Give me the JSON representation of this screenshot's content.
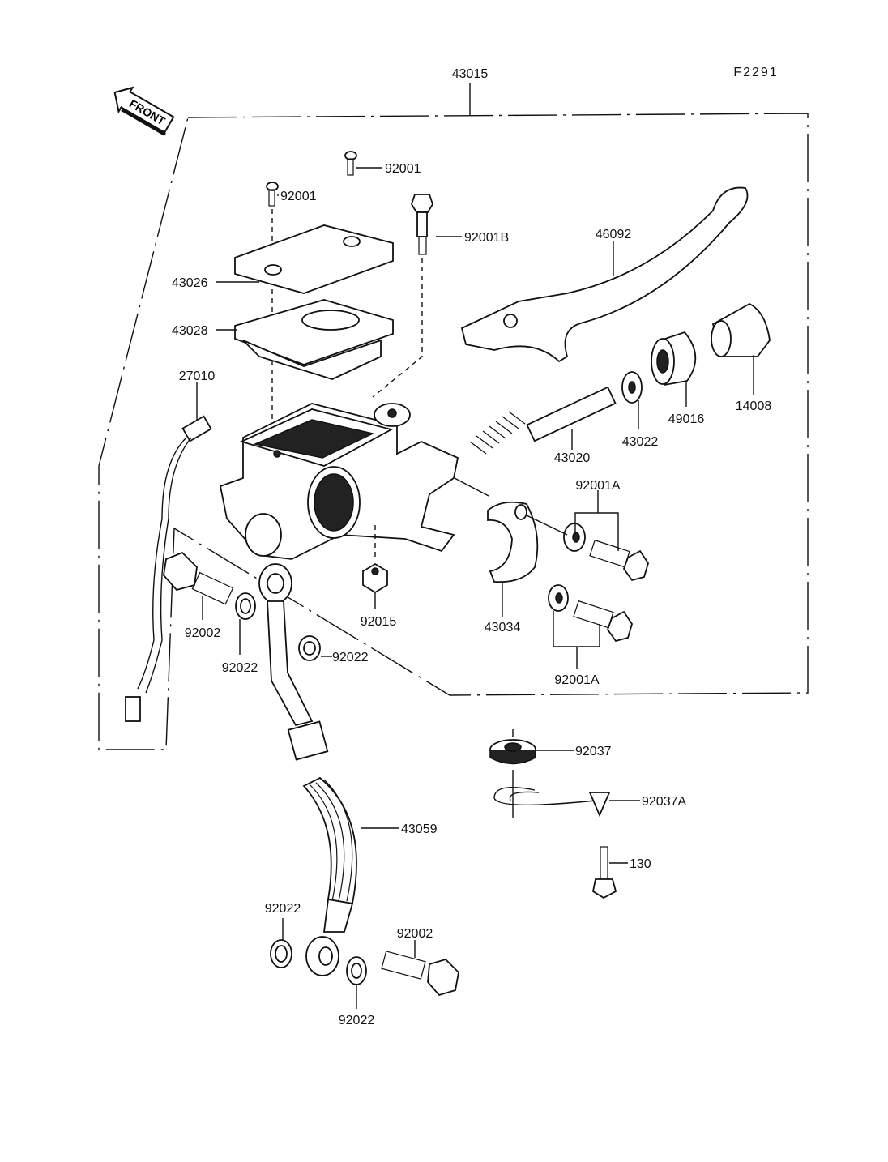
{
  "diagram": {
    "figure_code": "F2291",
    "front_arrow_label": "FRONT",
    "assembly_label": "43015",
    "labels": [
      "92001",
      "92001",
      "92001B",
      "46092",
      "43026",
      "43028",
      "27010",
      "14008",
      "49016",
      "43022",
      "43020",
      "92001A",
      "92015",
      "43034",
      "92002",
      "92022",
      "92022",
      "92001A",
      "92037",
      "92037A",
      "43059",
      "130",
      "92022",
      "92002",
      "92022"
    ]
  }
}
